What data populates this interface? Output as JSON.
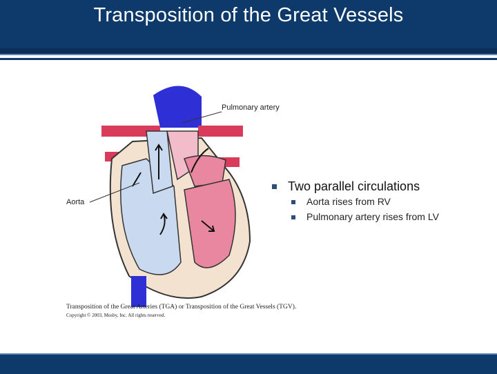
{
  "slide": {
    "title": "Transposition of the Great Vessels",
    "figure": {
      "label_pulmonary_artery": "Pulmonary artery",
      "label_aorta": "Aorta",
      "caption": "Transposition of the Great Arteries (TGA) or Transposition of the Great Vessels (TGV).",
      "copyright": "Copyright © 2003, Mosby, Inc. All rights reserved."
    },
    "bullets": {
      "main": "Two parallel circulations",
      "sub": [
        "Aorta rises from RV",
        "Pulmonary artery rises from LV"
      ]
    }
  },
  "colors": {
    "header": "#0d3a6b",
    "deoxygenated": "#c9d9ef",
    "oxygenated": "#e8879f",
    "vessel_blue": "#2f2fd6",
    "vessel_red": "#d93b5a",
    "bullet": "#2b4f79"
  }
}
